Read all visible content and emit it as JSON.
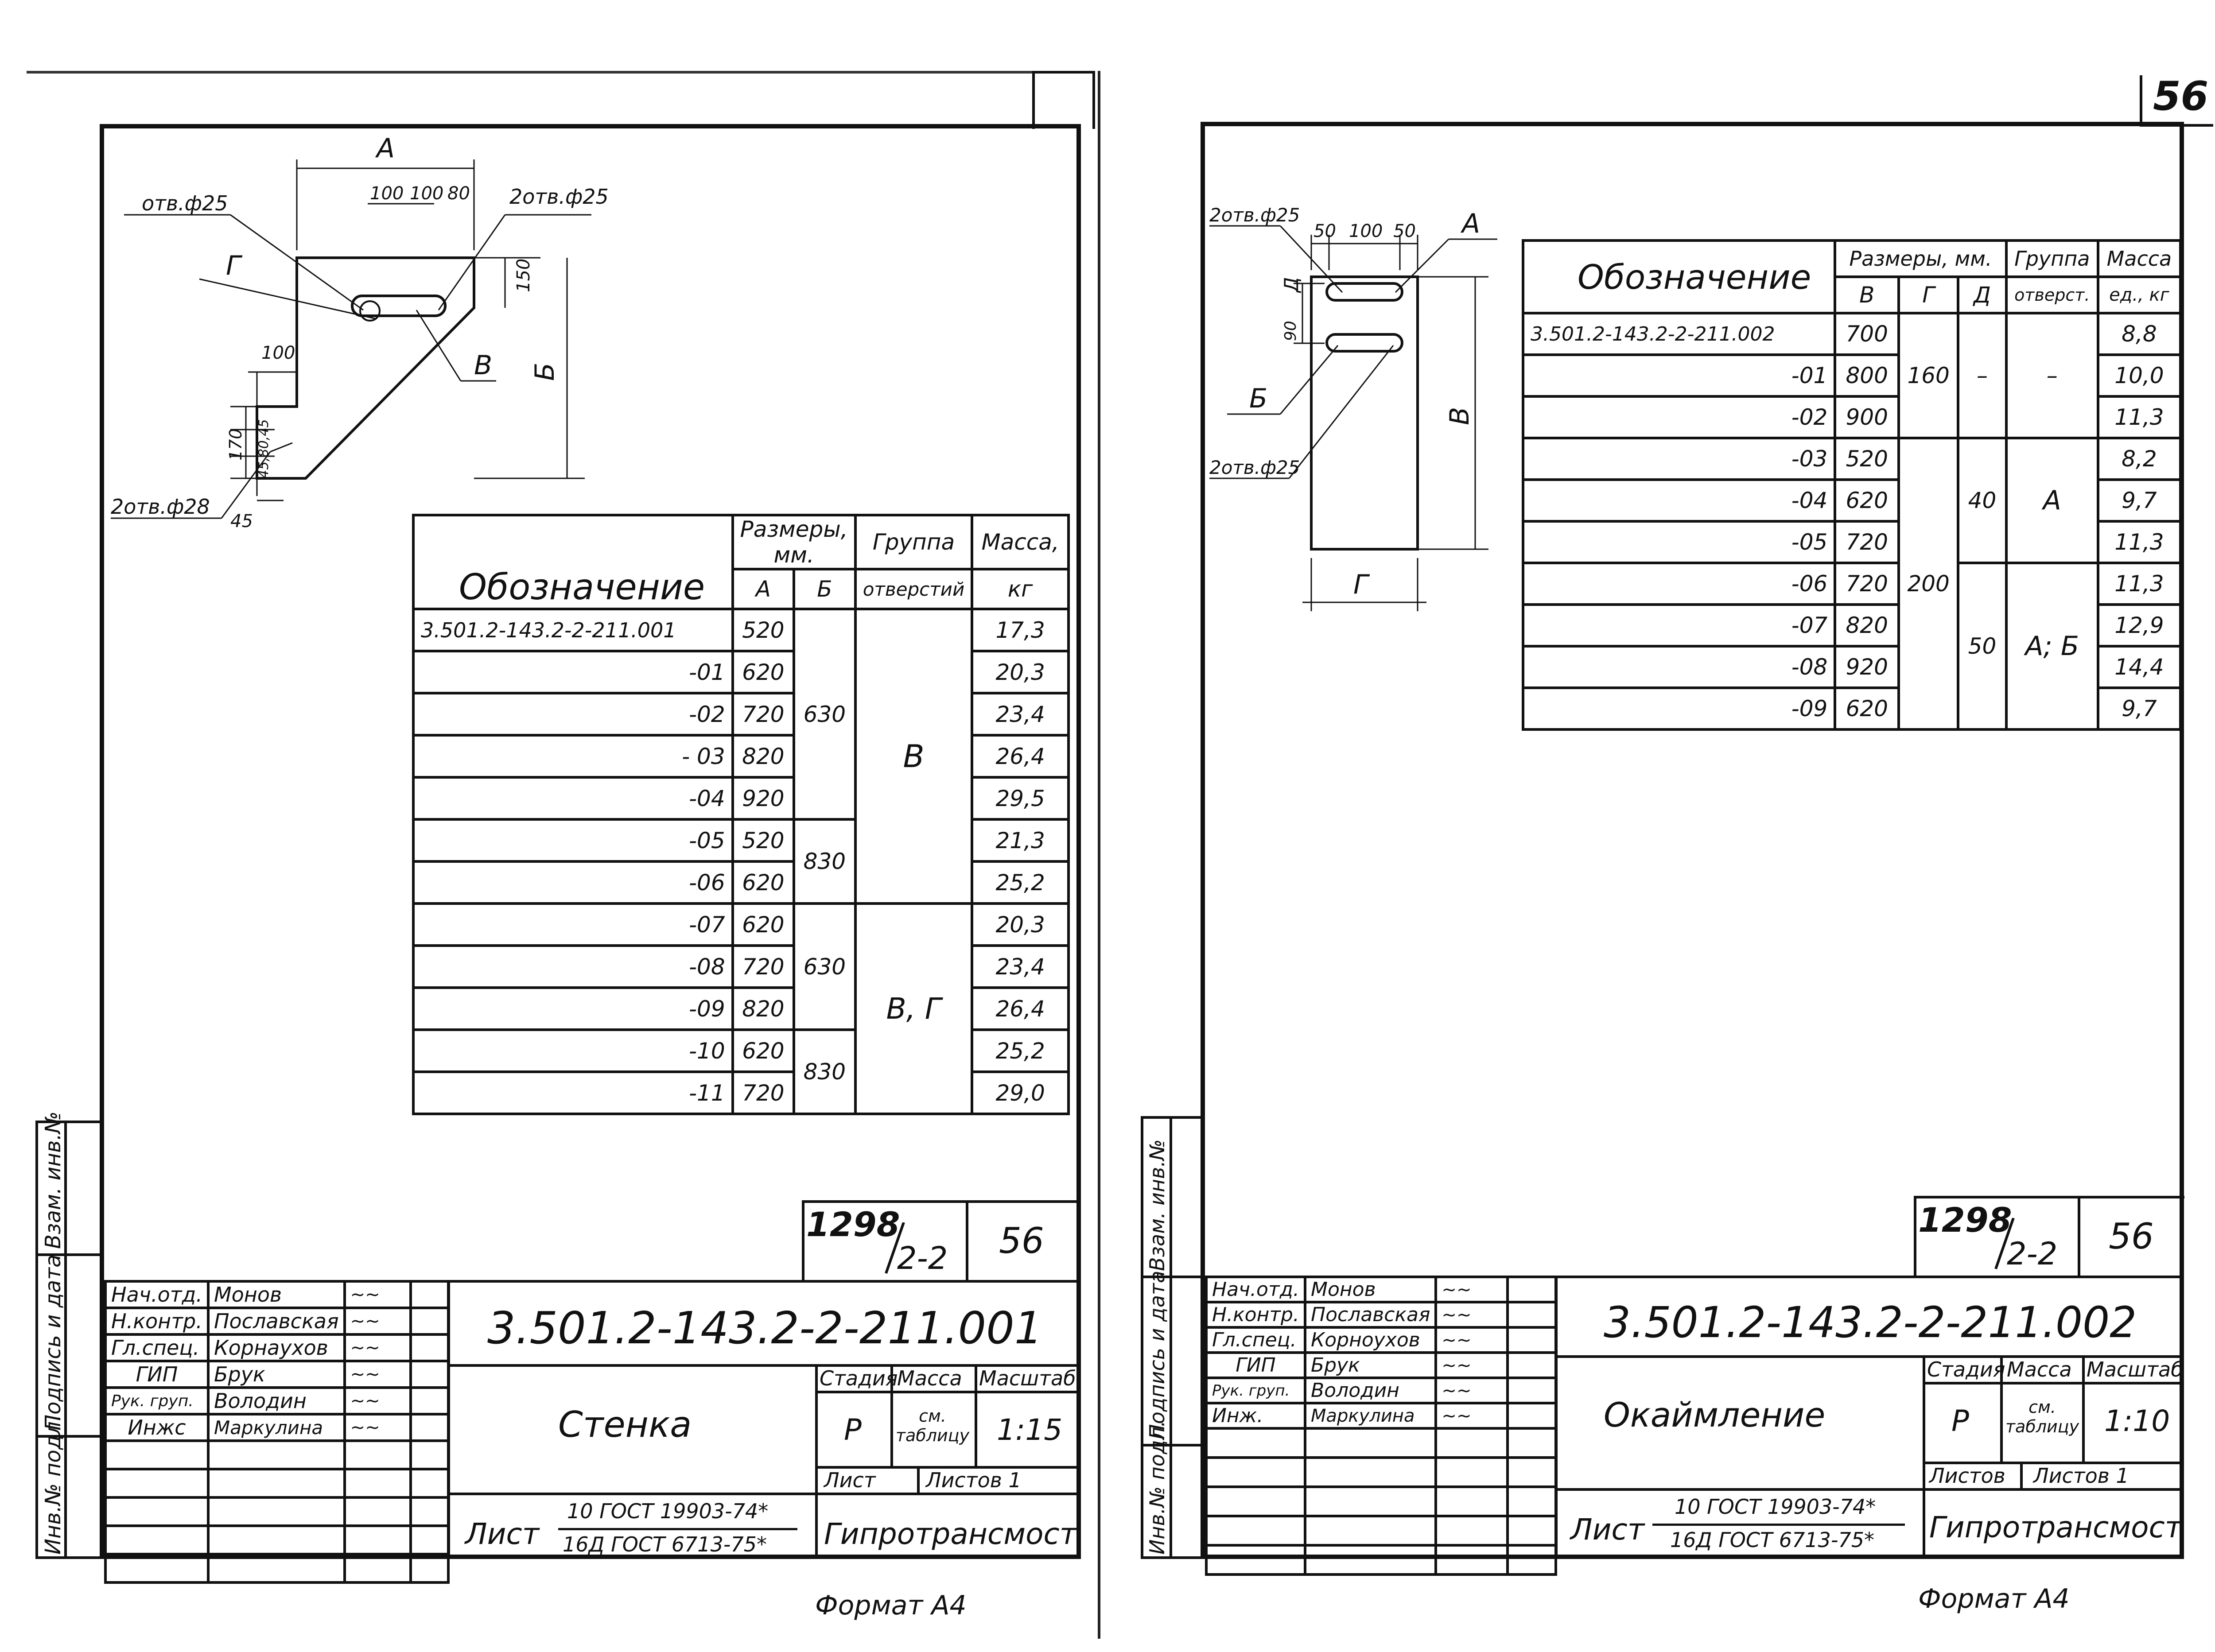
{
  "page_number": "56",
  "left": {
    "drawing": {
      "dim_a": "A",
      "dim_b": "Б",
      "label_v": "В",
      "label_g": "Г",
      "hole_single": "отв.ф25",
      "hole_pair": "2отв.ф25",
      "hole_bottom": "2отв.ф28",
      "d_100a": "100",
      "d_100b": "100",
      "d_80": "80",
      "d_150": "150",
      "d_100side": "100",
      "d_170": "170",
      "d_45_80_45": "45,80,45",
      "d_45": "45"
    },
    "table": {
      "header": {
        "designation": "Обозначение",
        "sizes": "Размеры, мм.",
        "col_a": "А",
        "col_b": "Б",
        "group": "Группа",
        "group2": "отверстий",
        "mass": "Масса,",
        "mass2": "кг"
      },
      "rows": [
        {
          "code": "3.501.2-143.2-2-211.001",
          "a": "520",
          "mass": "17,3"
        },
        {
          "code": "-01",
          "a": "620",
          "mass": "20,3"
        },
        {
          "code": "-02",
          "a": "720",
          "mass": "23,4"
        },
        {
          "code": "- 03",
          "a": "820",
          "mass": "26,4"
        },
        {
          "code": "-04",
          "a": "920",
          "mass": "29,5"
        },
        {
          "code": "-05",
          "a": "520",
          "mass": "21,3"
        },
        {
          "code": "-06",
          "a": "620",
          "mass": "25,2"
        },
        {
          "code": "-07",
          "a": "620",
          "mass": "20,3"
        },
        {
          "code": "-08",
          "a": "720",
          "mass": "23,4"
        },
        {
          "code": "-09",
          "a": "820",
          "mass": "26,4"
        },
        {
          "code": "-10",
          "a": "620",
          "mass": "25,2"
        },
        {
          "code": "-11",
          "a": "720",
          "mass": "29,0"
        }
      ],
      "b_groups": [
        "630",
        "830",
        "630",
        "830"
      ],
      "hole_groups": [
        "В",
        "В, Г"
      ]
    },
    "stamp": {
      "project": "1298",
      "part": "2-2",
      "sheet_no": "56",
      "doc_code": "3.501.2-143.2-2-211.001",
      "title": "Стенка",
      "stage_label": "Стадия",
      "mass_label": "Масса",
      "scale_label": "Масштаб",
      "stage": "Р",
      "mass_value": "см. таблицу",
      "scale": "1:15",
      "sheet_label": "Лист",
      "sheets_label": "Листов 1",
      "material_prefix": "Лист",
      "material_top": "10 ГОСТ 19903-74*",
      "material_bottom": "16Д ГОСТ 6713-75*",
      "org": "Гипротрансмост",
      "format": "Формат А4",
      "people": [
        {
          "role": "Нач.отд.",
          "name": "Монов"
        },
        {
          "role": "Н.контр.",
          "name": "Пославская"
        },
        {
          "role": "Гл.спец.",
          "name": "Корнаухов"
        },
        {
          "role": "ГИП",
          "name": "Брук"
        },
        {
          "role": "Рук. груп.",
          "name": "Володин"
        },
        {
          "role": "Инжс",
          "name": "Маркулина"
        }
      ]
    },
    "side": {
      "inv_orig": "Инв.№ подл.",
      "sign_date": "Подпись и дата",
      "inv_repl": "Взам. инв.№"
    }
  },
  "right": {
    "drawing": {
      "dim_a": "А",
      "dim_b": "Б",
      "dim_v": "В",
      "dim_g": "Г",
      "dim_d": "Д",
      "hole_top": "2отв.ф25",
      "hole_bottom": "2отв.ф25",
      "d_50a": "50",
      "d_100": "100",
      "d_50b": "50",
      "d_90": "90"
    },
    "table": {
      "header": {
        "designation": "Обозначение",
        "sizes": "Размеры, мм.",
        "col_v": "В",
        "col_g": "Г",
        "col_d": "Д",
        "group": "Группа",
        "group2": "отверст.",
        "mass": "Масса",
        "mass2": "ед., кг"
      },
      "rows": [
        {
          "code": "3.501.2-143.2-2-211.002",
          "v": "700",
          "mass": "8,8"
        },
        {
          "code": "-01",
          "v": "800",
          "mass": "10,0"
        },
        {
          "code": "-02",
          "v": "900",
          "mass": "11,3"
        },
        {
          "code": "-03",
          "v": "520",
          "mass": "8,2"
        },
        {
          "code": "-04",
          "v": "620",
          "mass": "9,7"
        },
        {
          "code": "-05",
          "v": "720",
          "mass": "11,3"
        },
        {
          "code": "-06",
          "v": "720",
          "mass": "11,3"
        },
        {
          "code": "-07",
          "v": "820",
          "mass": "12,9"
        },
        {
          "code": "-08",
          "v": "920",
          "mass": "14,4"
        },
        {
          "code": "-09",
          "v": "620",
          "mass": "9,7"
        }
      ],
      "g_groups": [
        "160",
        "200"
      ],
      "d_groups": [
        "–",
        "40",
        "50"
      ],
      "hole_groups": [
        "–",
        "А",
        "А; Б"
      ]
    },
    "stamp": {
      "project": "1298",
      "part": "2-2",
      "sheet_no": "56",
      "doc_code": "3.501.2-143.2-2-211.002",
      "title": "Окаймление",
      "stage_label": "Стадия",
      "mass_label": "Масса",
      "scale_label": "Масштаб",
      "stage": "Р",
      "mass_value": "см. таблицу",
      "scale": "1:10",
      "sheet_label": "Листов",
      "sheets_label": "Листов 1",
      "material_prefix": "Лист",
      "material_top": "10 ГОСТ 19903-74*",
      "material_bottom": "16Д ГОСТ 6713-75*",
      "org": "Гипротрансмост",
      "format": "Формат А4",
      "people": [
        {
          "role": "Нач.отд.",
          "name": "Монов"
        },
        {
          "role": "Н.контр.",
          "name": "Пославская"
        },
        {
          "role": "Гл.спец.",
          "name": "Корноухов"
        },
        {
          "role": "ГИП",
          "name": "Брук"
        },
        {
          "role": "Рук. груп.",
          "name": "Володин"
        },
        {
          "role": "Инж.",
          "name": "Маркулина"
        }
      ]
    },
    "side": {
      "inv_orig": "Инв.№ подл.",
      "sign_date": "Подпись и дата",
      "inv_repl": "Взам. инв.№"
    }
  }
}
